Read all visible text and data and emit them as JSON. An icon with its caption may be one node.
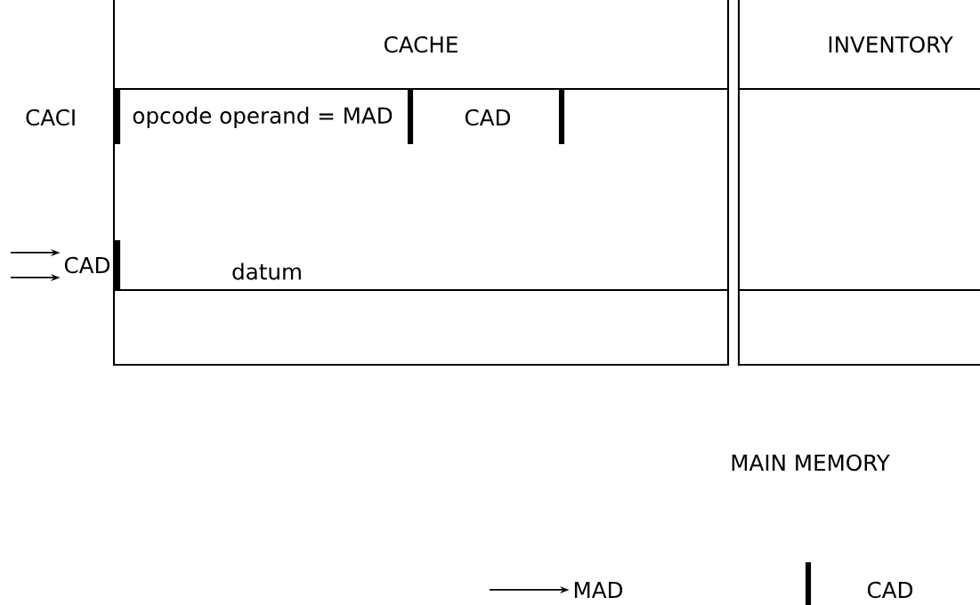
{
  "diagram": {
    "nodes": [
      {
        "text": [
          "CACHE"
        ]
      },
      {
        "text": [
          "INVENTORY"
        ]
      },
      {
        "text": [
          "CAD"
        ]
      },
      {
        "text": [
          "MAD"
        ]
      }
    ],
    "edges": [
      {
        "from": null,
        "to": 2,
        "arrow": "to"
      },
      {
        "from": null,
        "to": 2,
        "arrow": "to"
      },
      {
        "from": null,
        "to": 3,
        "arrow": "to"
      }
    ],
    "labels": [
      "CACI",
      "opcode operand = MAD",
      "CAD",
      "datum",
      "MAIN MEMORY",
      "CAD"
    ]
  }
}
